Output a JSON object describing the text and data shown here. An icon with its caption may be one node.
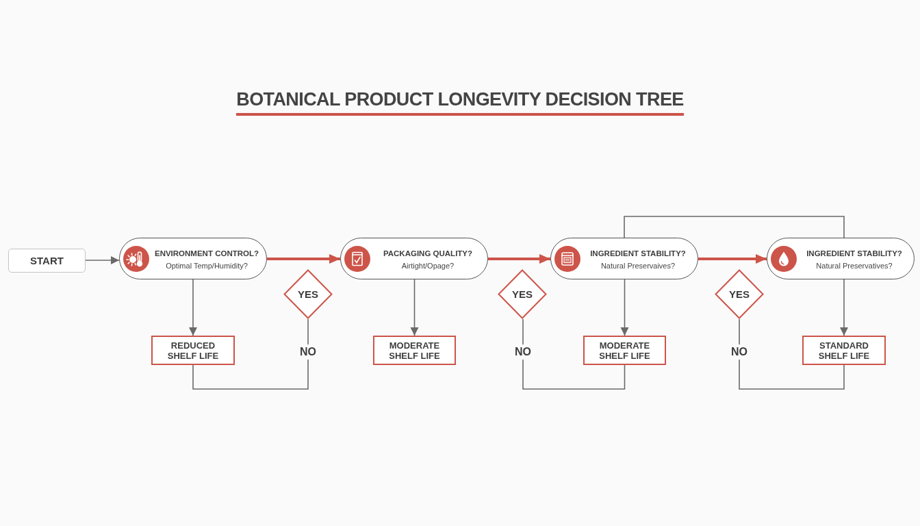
{
  "diagram": {
    "title": "BOTANICAL PRODUCT LONGEVITY DECISION TREE",
    "nodes": [
      {
        "text": [
          "START"
        ]
      },
      {
        "text": [
          "ENVIRONMENT CONTROL?",
          "Optimal Temp/Humidity?"
        ]
      },
      {
        "text": [
          "PACKAGING QUALITY?",
          "Airtight/Opage?"
        ]
      },
      {
        "text": [
          "INGREDIENT STABILITY?",
          "Natural Preservaives?"
        ]
      },
      {
        "text": [
          "INGREDIENT STABILITY?",
          "Natural Preservatives?"
        ]
      },
      {
        "text": [
          "REDUCED SHELF LIFE"
        ]
      },
      {
        "text": [
          "YES"
        ]
      },
      {
        "text": [
          "NO"
        ]
      },
      {
        "text": [
          "MODERATE SHELF LIFE"
        ]
      },
      {
        "text": [
          "YES"
        ]
      },
      {
        "text": [
          "NO"
        ]
      },
      {
        "text": [
          "MODERATE SHELF LIFE"
        ]
      },
      {
        "text": [
          "YES"
        ]
      },
      {
        "text": [
          "NO"
        ]
      },
      {
        "text": [
          "STANDARD SHELF LIFE"
        ]
      }
    ],
    "edges": [
      {
        "from": 0,
        "to": 1,
        "arrow": "to"
      },
      {
        "from": 1,
        "to": 2,
        "arrow": "to",
        "style": "thick",
        "color": "#cd5449"
      },
      {
        "from": 2,
        "to": 3,
        "arrow": "to",
        "style": "thick",
        "color": "#cd5449"
      },
      {
        "from": 3,
        "to": 4,
        "arrow": "to",
        "style": "thick",
        "color": "#cd5449"
      },
      {
        "from": 1,
        "to": 5,
        "arrow": "to"
      },
      {
        "from": 2,
        "to": 8,
        "arrow": "to"
      },
      {
        "from": 3,
        "to": 11,
        "arrow": "to"
      },
      {
        "from": 4,
        "to": 14,
        "arrow": "to"
      },
      {
        "from": 5,
        "to": 7,
        "arrow": "none"
      },
      {
        "from": 6,
        "to": 7,
        "arrow": "none"
      },
      {
        "from": 9,
        "to": 10,
        "arrow": "none"
      },
      {
        "from": 10,
        "to": 11,
        "arrow": "none"
      },
      {
        "from": 12,
        "to": 13,
        "arrow": "none"
      },
      {
        "from": 13,
        "to": 14,
        "arrow": "none"
      },
      {
        "from": 3,
        "to": 4,
        "arrow": "none"
      }
    ]
  }
}
